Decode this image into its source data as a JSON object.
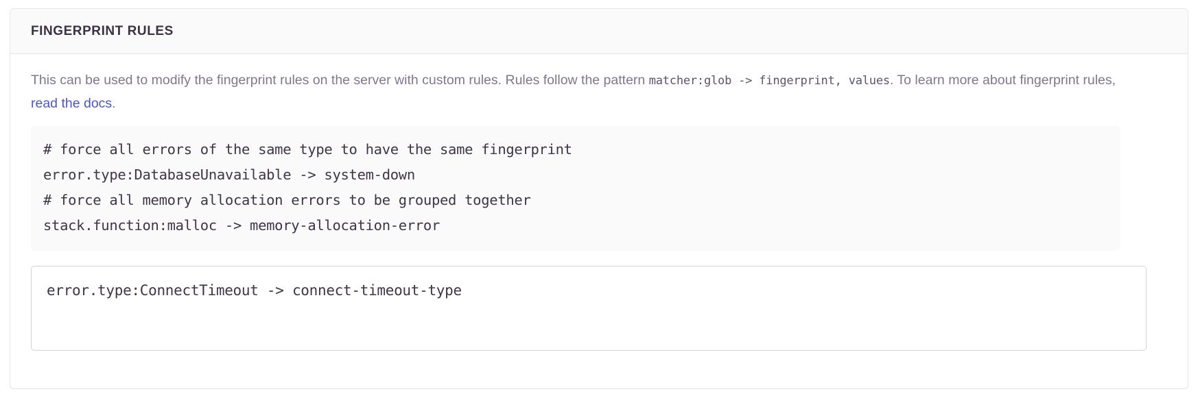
{
  "card": {
    "header_title": "FINGERPRINT RULES",
    "description": {
      "part1": "This can be used to modify the fingerprint rules on the server with custom rules. Rules follow the pattern ",
      "code1": "matcher:glob -> fingerprint, values",
      "part2": ". To learn more about fingerprint rules, ",
      "link_text": "read the docs",
      "part3": "."
    },
    "code_example": "# force all errors of the same type to have the same fingerprint\nerror.type:DatabaseUnavailable -> system-down\n# force all memory allocation errors to be grouped together\nstack.function:malloc -> memory-allocation-error",
    "code_example_lines": [
      "# force all errors of the same type to have the same fingerprint",
      "error.type:DatabaseUnavailable -> system-down",
      "# force all memory allocation errors to be grouped together",
      "stack.function:malloc -> memory-allocation-error"
    ],
    "rules_input": {
      "value": "error.type:ConnectTimeout -> connect-timeout-type",
      "placeholder": "error.type:ConnectTimeout -> connect-timeout-type"
    }
  },
  "colors": {
    "header_bg": "#fafafa",
    "border": "#e4e3e8",
    "text_muted": "#80778d",
    "text_dark": "#3b3143",
    "link": "#4a56c9",
    "code_bg": "#fafafa",
    "input_border": "#d5d2da"
  }
}
